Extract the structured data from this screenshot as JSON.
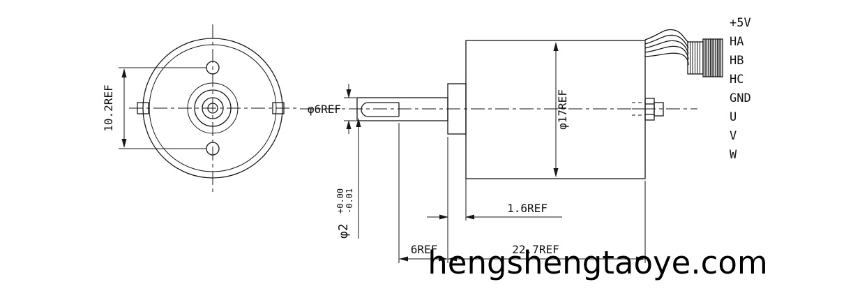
{
  "watermark": "hengshengtaoye.com",
  "front_view": {
    "bolt_span_dim": "10.2REF"
  },
  "side_view": {
    "shaft_dia_dim": "φ6REF",
    "body_dia_dim": "φ17REF",
    "tip_dia_dim": "φ2",
    "tip_tol_upper": "+0.00",
    "tip_tol_lower": "-0.01",
    "cap_len_dim": "1.6REF",
    "shaft_len_dim": "6REF",
    "body_len_dim": "22.7REF"
  },
  "pinout": {
    "labels": [
      "+5V",
      "HA",
      "HB",
      "HC",
      "GND",
      "U",
      "V",
      "W"
    ]
  }
}
